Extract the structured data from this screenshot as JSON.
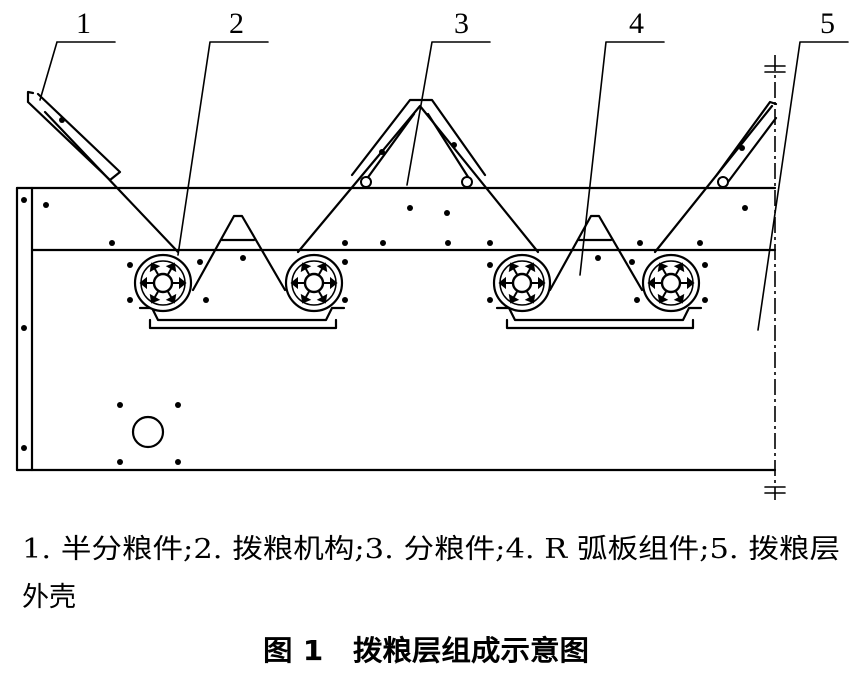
{
  "figure": {
    "callout_labels": [
      "1",
      "2",
      "3",
      "4",
      "5"
    ],
    "caption_line_1": "1. 半分粮件;2. 拨粮机构;3. 分粮件;4. R 弧板组件;5. 拨粮层",
    "caption_line_2": "外壳",
    "title": "图 1　拨粮层组成示意图"
  },
  "colors": {
    "ink": "#000000",
    "background": "#ffffff"
  }
}
